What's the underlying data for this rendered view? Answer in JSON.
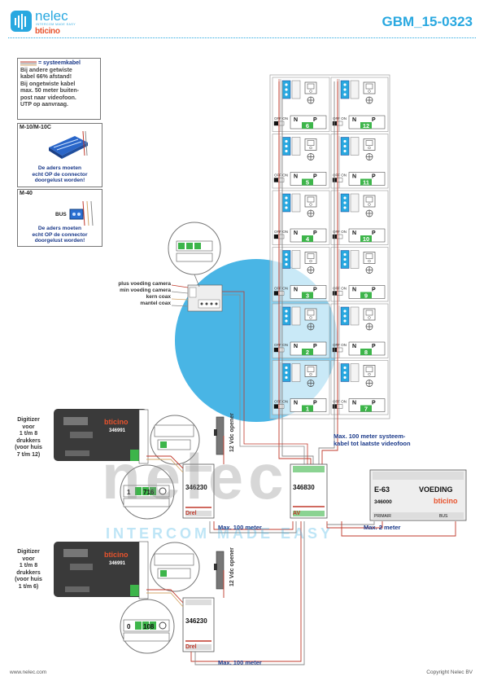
{
  "header": {
    "brand": "nelec",
    "brand_tagline": "INTERCOM MADE EASY",
    "partner": "bticino",
    "doc_code": "GBM_15-0323"
  },
  "legend_cable": {
    "title": "= systeemkabel",
    "lines": [
      "Bij andere getwiste",
      "kabel 66% afstand!",
      "Bij ongetwiste kabel",
      "max. 50 meter buiten-",
      "post naar videofoon.",
      "UTP op aanvraag."
    ]
  },
  "legend_m10": {
    "label": "M-10/M-10C",
    "note": [
      "De aders moeten",
      "echt OP de connector",
      "doorgelust worden!"
    ]
  },
  "legend_m40": {
    "label": "M-40",
    "bus": "BUS",
    "note": [
      "De aders moeten",
      "echt OP de connector",
      "doorgelust worden!"
    ]
  },
  "camera_labels": [
    "plus voeding camera",
    "min voeding camera",
    "kern coax",
    "mantel coax"
  ],
  "monitors": {
    "left_numbers": [
      "6",
      "5",
      "4",
      "3",
      "2",
      "1"
    ],
    "right_numbers": [
      "12",
      "11",
      "10",
      "9",
      "8",
      "7"
    ],
    "n_label": "N",
    "p_label": "P",
    "offon": "OFF ON"
  },
  "digitizer_top": {
    "label": [
      "Digitizer",
      "voor",
      "1 t/m 8",
      "drukkers",
      "(voor huis",
      "7 t/m 12)"
    ],
    "model": "346991",
    "brand": "bticino",
    "code": "716",
    "code_small": "1"
  },
  "digitizer_bottom": {
    "label": [
      "Digitizer",
      "voor",
      "1 t/m 8",
      "drukkers",
      "(voor huis",
      "1 t/m 6)"
    ],
    "model": "346991",
    "brand": "bticino",
    "code": "108",
    "code_small": "0"
  },
  "module_346230_top": {
    "model": "346230",
    "label": "Drel"
  },
  "module_346230_bottom": {
    "model": "346230",
    "label": "Drel"
  },
  "module_346830": {
    "model": "346830",
    "label": "AV"
  },
  "power_supply": {
    "model": "E-63",
    "label": "VOEDING",
    "code": "346000",
    "brand": "bticino",
    "prim": "PRIMAIR",
    "bus": "BUS"
  },
  "door_opener_label": "12 Vdc opener",
  "distance_notes": {
    "max100_top": "Max. 100 meter",
    "max100_bottom": "Max. 100 meter",
    "max2": "Max. 2 meter",
    "max100_system": [
      "Max. 100 meter systeem-",
      "kabel tot laatste videofoon"
    ]
  },
  "watermark": {
    "word": "nelec",
    "tagline": "INTERCOM MADE EASY"
  },
  "footer": {
    "website": "www.nelec.com",
    "copyright": "Copyright Nelec BV"
  },
  "colors": {
    "accent": "#29a8e0",
    "navy": "#1b3a8a",
    "green": "#3db54a",
    "red": "#d62b2b"
  }
}
